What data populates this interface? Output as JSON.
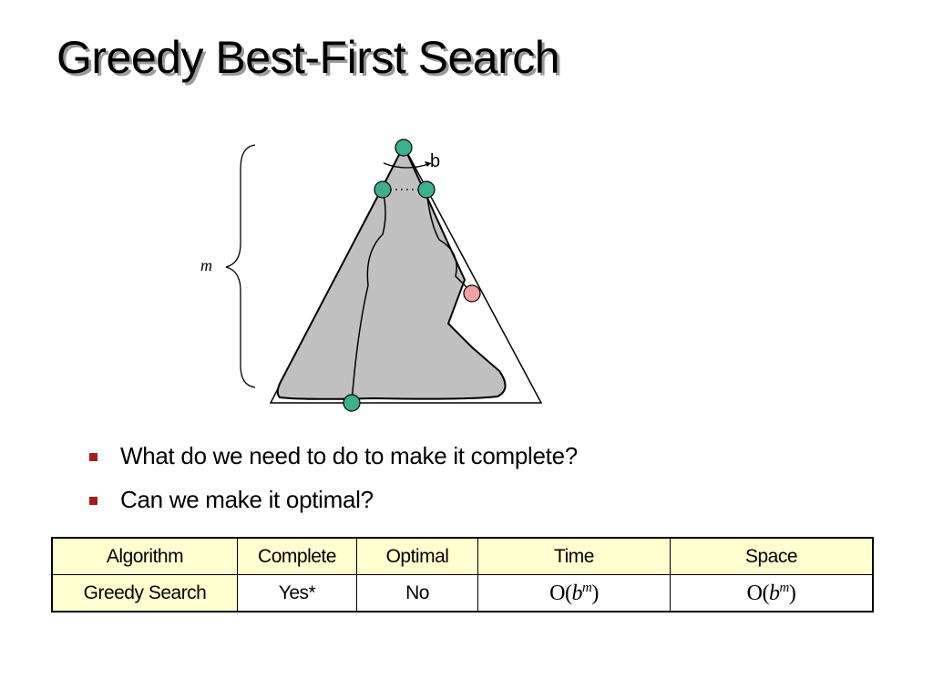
{
  "title": "Greedy Best-First Search",
  "diagram": {
    "depth_label": "m",
    "branching_label": "b"
  },
  "bullets": [
    "What do we need to do to make it complete?",
    "Can we make it optimal?"
  ],
  "table": {
    "headers": [
      "Algorithm",
      "Complete",
      "Optimal",
      "Time",
      "Space"
    ],
    "rows": [
      {
        "algorithm": "Greedy Search",
        "complete": "Yes*",
        "optimal": "No",
        "time": {
          "prefix": "O(",
          "base": "b",
          "exponent": "m",
          "suffix": ")"
        },
        "space": {
          "prefix": "O(",
          "base": "b",
          "exponent": "m",
          "suffix": ")"
        }
      }
    ]
  },
  "colors": {
    "table_header_bg": "#ffffd0",
    "bullet_marker": "#a42020",
    "explored_fill": "#c0c0c0",
    "node_fill": "#3ab08e",
    "goal_node_fill": "#f4a0a0"
  }
}
